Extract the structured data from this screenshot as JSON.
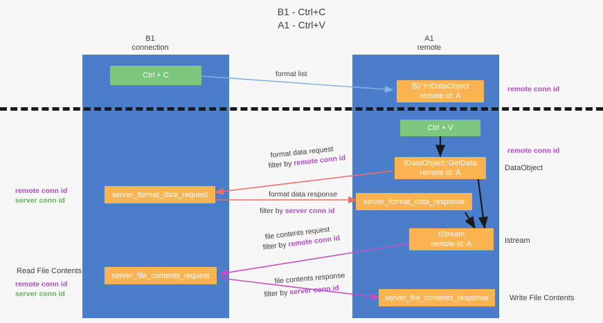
{
  "title": {
    "line1": "B1 - Ctrl+C",
    "line2": "A1 - Ctrl+V"
  },
  "columns": [
    {
      "name": "B1",
      "subtitle": "connection"
    },
    {
      "name": "A1",
      "subtitle": "remote"
    }
  ],
  "colors": {
    "lane": "#4a7ecb",
    "green_node": "#7dc67d",
    "orange_node": "#f9b351",
    "purple_text": "#b14ec4",
    "green_text": "#5fb35f",
    "blue_arrow": "#7fb2e5",
    "red_arrow": "#ef6f68",
    "magenta_arrow": "#c44ec4",
    "black_arrow": "#1a1a1a",
    "divider": "#1a1a1a"
  },
  "nodes": {
    "ctrl_c": {
      "label": "Ctrl + C"
    },
    "idataobject": {
      "line1": "仅/ァIDataObject",
      "line2": "remote id: A"
    },
    "ctrl_v": {
      "label": "Ctrl + V"
    },
    "getdata": {
      "line1": "IDataObject::GetData",
      "line2": "remote id: A"
    },
    "server_format_data_request": {
      "label": "server_format_data_request"
    },
    "server_format_data_response": {
      "label": "server_format_data_response"
    },
    "istream": {
      "line1": "IStream",
      "line2": "remote id: A"
    },
    "server_file_contents_request": {
      "label": "server_file_contents_request"
    },
    "server_file_contents_response": {
      "label": "server_file_contents_response"
    }
  },
  "edge_labels": {
    "format_list": "format list",
    "format_data_request": "format data request",
    "format_data_request_filter_prefix": "filter by ",
    "format_data_request_filter_key": "remote conn id",
    "format_data_response": "format data response",
    "format_data_response_filter_prefix": "filter by ",
    "format_data_response_filter_key": "server conn id",
    "file_contents_request": "file contents request",
    "file_contents_request_filter_prefix": "filter by ",
    "file_contents_request_filter_key": "remote conn id",
    "file_contents_response": "file contents response",
    "file_contents_response_filter_prefix": "filter by ",
    "file_contents_response_filter_key": "server conn id"
  },
  "annotations": {
    "right_remote_conn_id_top": "remote conn id",
    "right_remote_conn_id_mid": "remote conn id",
    "right_dataobject": "DataObject",
    "right_istream": "Istream",
    "right_write_file_contents": "Write File Contents",
    "left_remote_conn_id_mid": "remote conn id",
    "left_server_conn_id_mid": "server conn id",
    "left_read_file_contents": "Read File Contents",
    "left_remote_conn_id_bottom": "remote conn id",
    "left_server_conn_id_bottom": "server conn id"
  }
}
